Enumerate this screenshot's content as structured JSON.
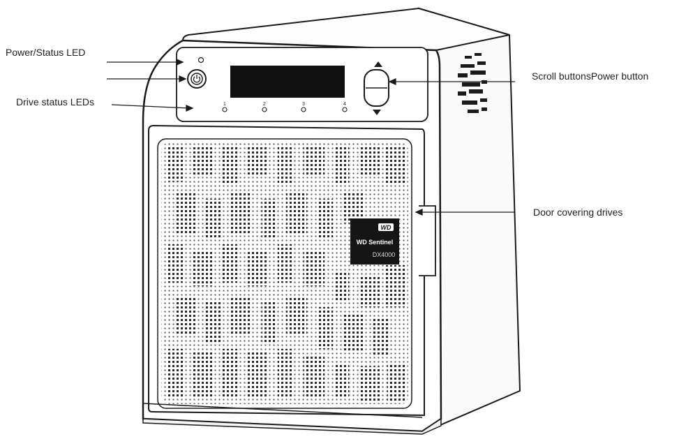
{
  "callouts": {
    "power_status_led": "Power/Status LED",
    "drive_status_leds": "Drive status LEDs",
    "scroll_power_buttons": "Scroll buttonsPower button",
    "door_covering_drives": "Door covering drives"
  },
  "device": {
    "brand_logo": "WD",
    "product_line": "WD Sentinel",
    "model": "DX4000",
    "bay_numbers": [
      "1",
      "2",
      "3",
      "4"
    ]
  },
  "colors": {
    "line": "#1a1a1a",
    "display": "#111111",
    "grille": "#2a2a2a",
    "badge": "#151515",
    "badge_text": "#ffffff"
  }
}
